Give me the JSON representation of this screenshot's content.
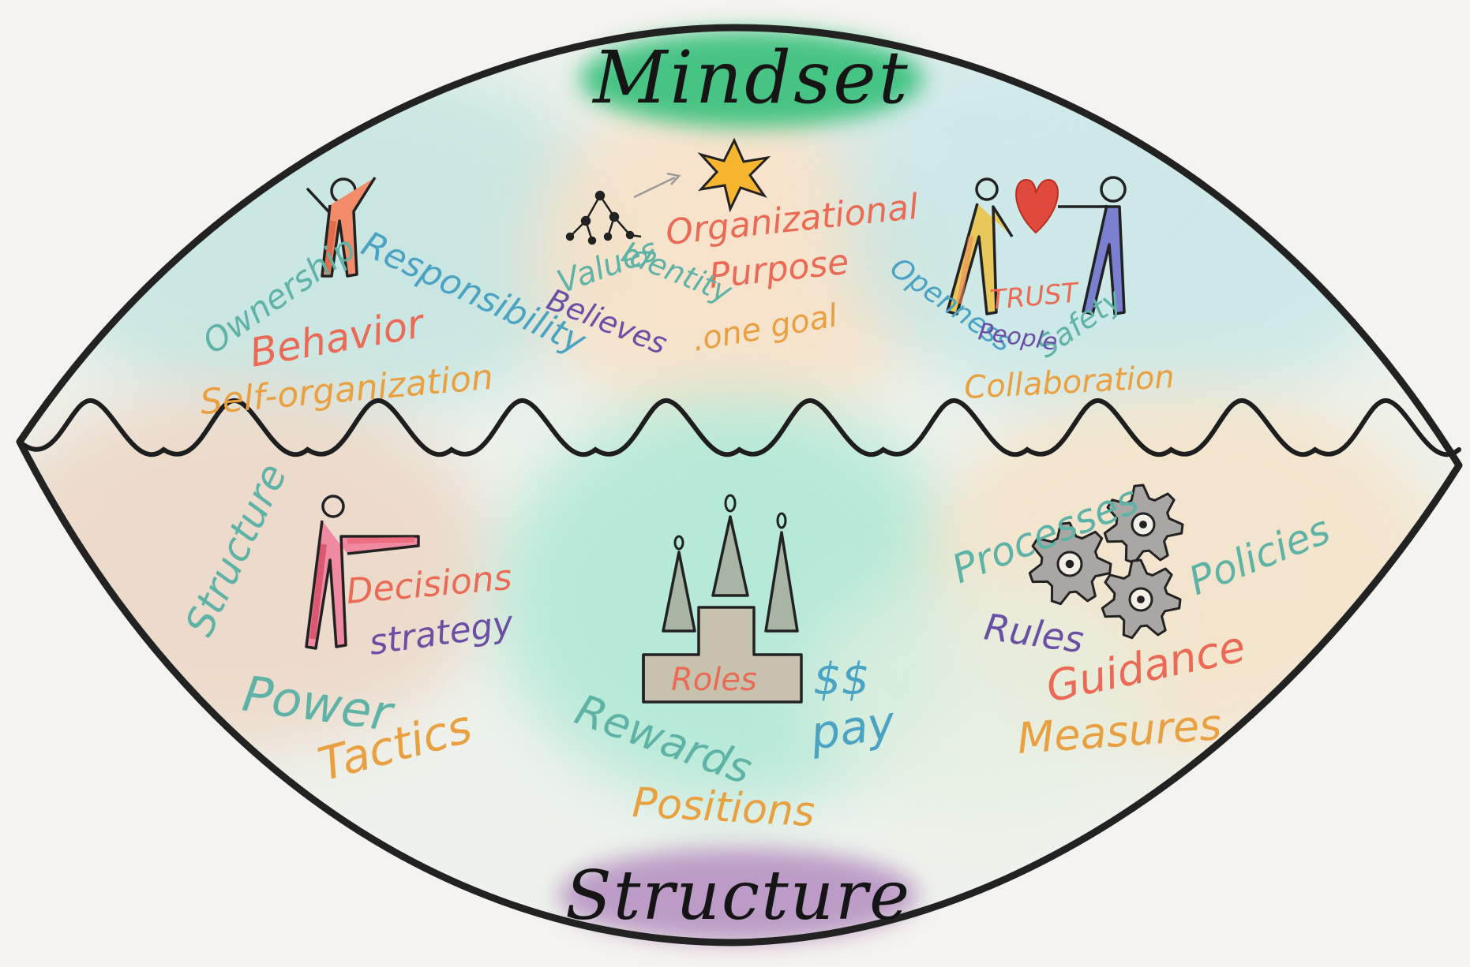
{
  "colors": {
    "teal": "#5fb3a6",
    "coral": "#ea6a55",
    "orange": "#e8a040",
    "purple": "#6a4fa5",
    "blue": "#4aa3c2",
    "ink": "#151515"
  },
  "titles": {
    "top": "Mindset",
    "bottom": "Structure"
  },
  "mindset": {
    "behavior_group": {
      "icon": "person-arm-raised-icon",
      "ownership": "Ownership",
      "responsibility": "Responsibility",
      "behavior": "Behavior",
      "self_org": "Self-organization"
    },
    "purpose_group": {
      "icon": "star-network-icon",
      "organizational": "Organizational",
      "purpose": "Purpose",
      "identity": "Identity",
      "values": "Values",
      "believes": "Believes",
      "one_goal": ".one goal"
    },
    "collab_group": {
      "icon": "two-people-heart-icon",
      "openness": "Openness",
      "trust": "TRUST",
      "safety": "Safety",
      "people": "People",
      "collaboration": "Collaboration"
    }
  },
  "structure": {
    "power_group": {
      "icon": "person-pointing-icon",
      "structure": "Structure",
      "decisions": "Decisions",
      "strategy": "strategy",
      "power": "Power",
      "tactics": "Tactics"
    },
    "rewards_group": {
      "icon": "podium-people-icon",
      "roles": "Roles",
      "money": "$$",
      "pay": "pay",
      "rewards": "Rewards",
      "positions": "Positions"
    },
    "process_group": {
      "icon": "gears-icon",
      "processes": "Processes",
      "policies": "Policies",
      "rules": "Rules",
      "guidance": "Guidance",
      "measures": "Measures"
    }
  }
}
